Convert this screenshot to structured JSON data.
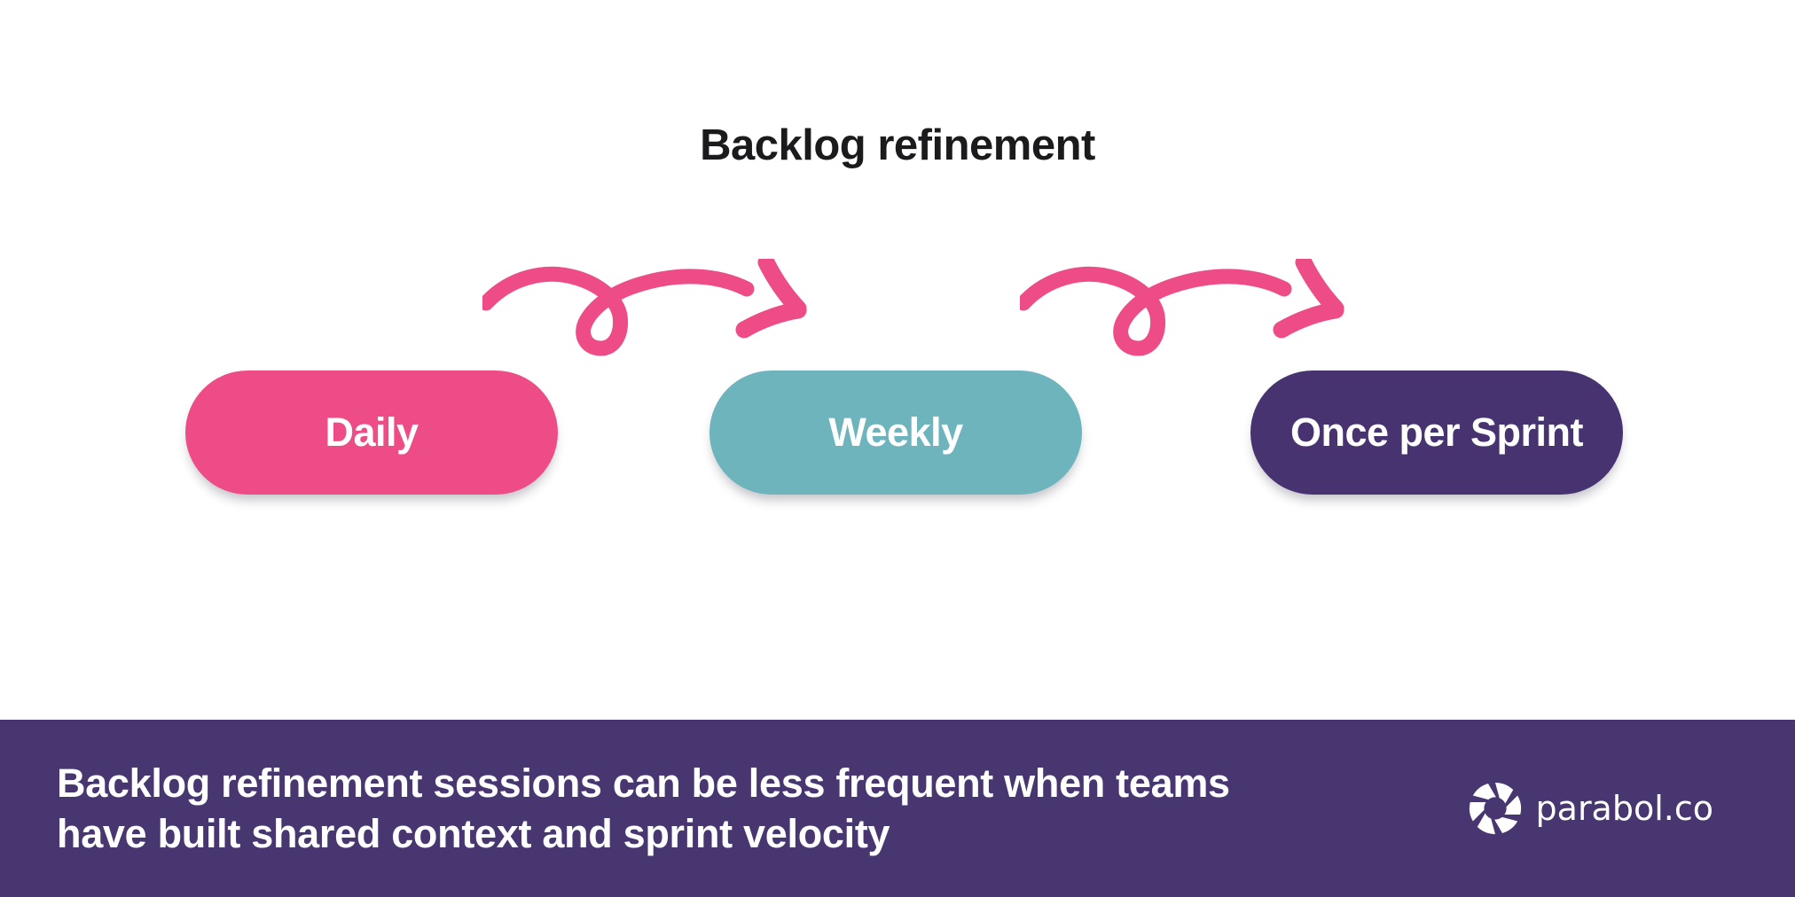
{
  "title": "Backlog refinement",
  "steps": [
    {
      "label": "Daily",
      "color": "#EE4C86"
    },
    {
      "label": "Weekly",
      "color": "#6DB4BC"
    },
    {
      "label": "Once per Sprint",
      "color": "#463370"
    }
  ],
  "arrow_color": "#EE4C86",
  "arrow_icon": "curly-loop-arrow",
  "footer": {
    "lines": [
      "Backlog refinement sessions can be less frequent when teams",
      "have built shared context and sprint velocity"
    ],
    "background": "#483671",
    "text_color": "#FFFFFF",
    "brand": "parabol.co",
    "logo_icon": "parabol-pinwheel"
  },
  "background": "#FFFFFF"
}
